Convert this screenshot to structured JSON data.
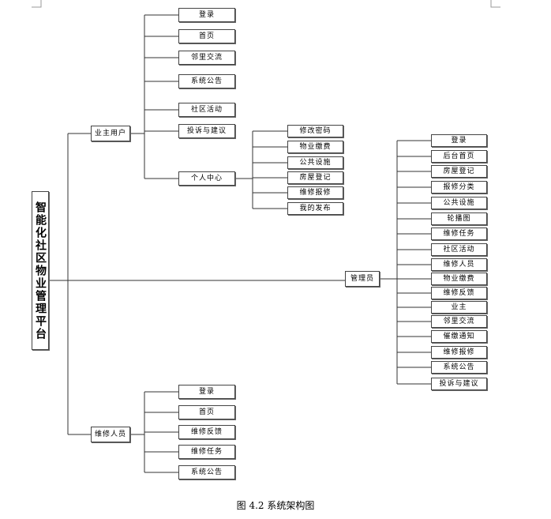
{
  "diagram": {
    "root": "智能化社区物业管理平台",
    "owner": {
      "label": "业主用户",
      "items": [
        "登录",
        "首页",
        "邻里交流",
        "系统公告",
        "社区活动",
        "投诉与建议",
        "个人中心"
      ],
      "personal_center": {
        "label": "个人中心",
        "items": [
          "修改密码",
          "物业缴费",
          "公共设施",
          "房屋登记",
          "维修报修",
          "我的发布"
        ]
      }
    },
    "admin": {
      "label": "管理员",
      "items": [
        "登录",
        "后台首页",
        "房屋登记",
        "报修分类",
        "公共设施",
        "轮播图",
        "维修任务",
        "社区活动",
        "维修人员",
        "物业缴费",
        "维修反馈",
        "业主",
        "邻里交流",
        "催缴通知",
        "维修报修",
        "系统公告",
        "投诉与建议"
      ]
    },
    "repair": {
      "label": "维修人员",
      "items": [
        "登录",
        "首页",
        "维修反馈",
        "维修任务",
        "系统公告"
      ]
    }
  },
  "caption": "图 4.2  系统架构图"
}
